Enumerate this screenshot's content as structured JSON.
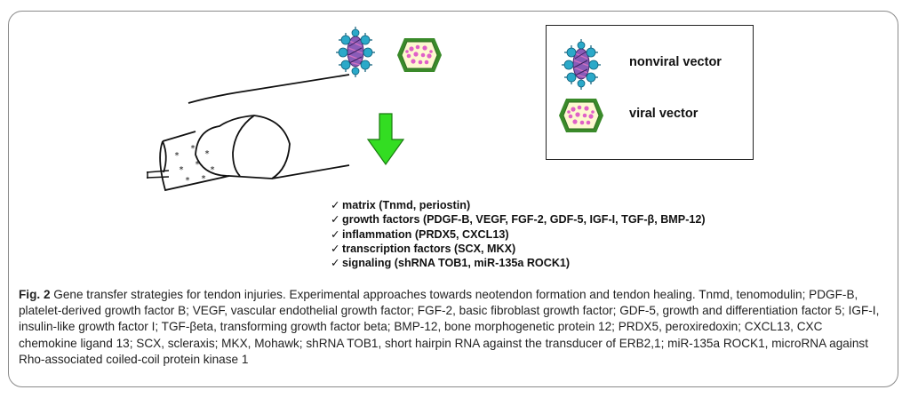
{
  "legend": {
    "items": [
      {
        "icon": "nonviral-vector-icon",
        "label": "nonviral vector"
      },
      {
        "icon": "viral-vector-icon",
        "label": "viral vector"
      }
    ]
  },
  "factors": [
    "matrix (Tnmd, periostin)",
    "growth factors (PDGF-B, VEGF, FGF-2, GDF-5, IGF-I,  TGF-β, BMP-12)",
    "inflammation  (PRDX5, CXCL13)",
    "transcription factors (SCX, MKX)",
    "signaling (shRNA TOB1, miR-135a ROCK1)"
  ],
  "caption": {
    "label": "Fig. 2",
    "text": "Gene transfer strategies for tendon injuries. Experimental approaches towards neotendon formation and tendon healing. Tnmd, tenomodulin; PDGF-B, platelet-derived growth factor B; VEGF, vascular endothelial growth factor; FGF-2, basic fibroblast growth factor; GDF-5, growth and differentiation factor 5; IGF-I, insulin-like growth factor I; TGF-βeta, transforming growth factor beta; BMP-12, bone morphogenetic protein 12; PRDX5, peroxiredoxin; CXCL13, CXC chemokine ligand 13; SCX, scleraxis; MKX, Mohawk; shRNA TOB1, short hairpin RNA against the transducer of ERB2,1; miR-135a ROCK1, microRNA against Rho-associated coiled-coil protein kinase 1"
  },
  "colors": {
    "arrow_green": "#33dd22",
    "vector_cyan": "#2ba9c9",
    "vector_purple": "#7a4fa8",
    "capsid_green": "#3a8a2a",
    "capsid_fill": "#fdf8d0",
    "dot_pink": "#e060c8"
  }
}
